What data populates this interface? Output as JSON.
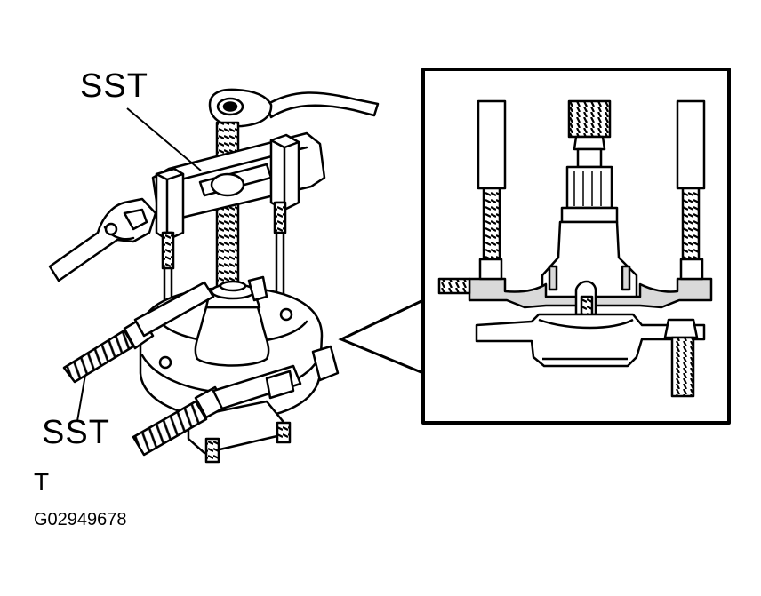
{
  "labels": {
    "sst_upper": "SST",
    "sst_lower": "SST",
    "tag": "T",
    "figure_code": "G02949678"
  },
  "colors": {
    "ink": "#000000",
    "paper": "#ffffff",
    "shade": "#d9d9d9"
  }
}
